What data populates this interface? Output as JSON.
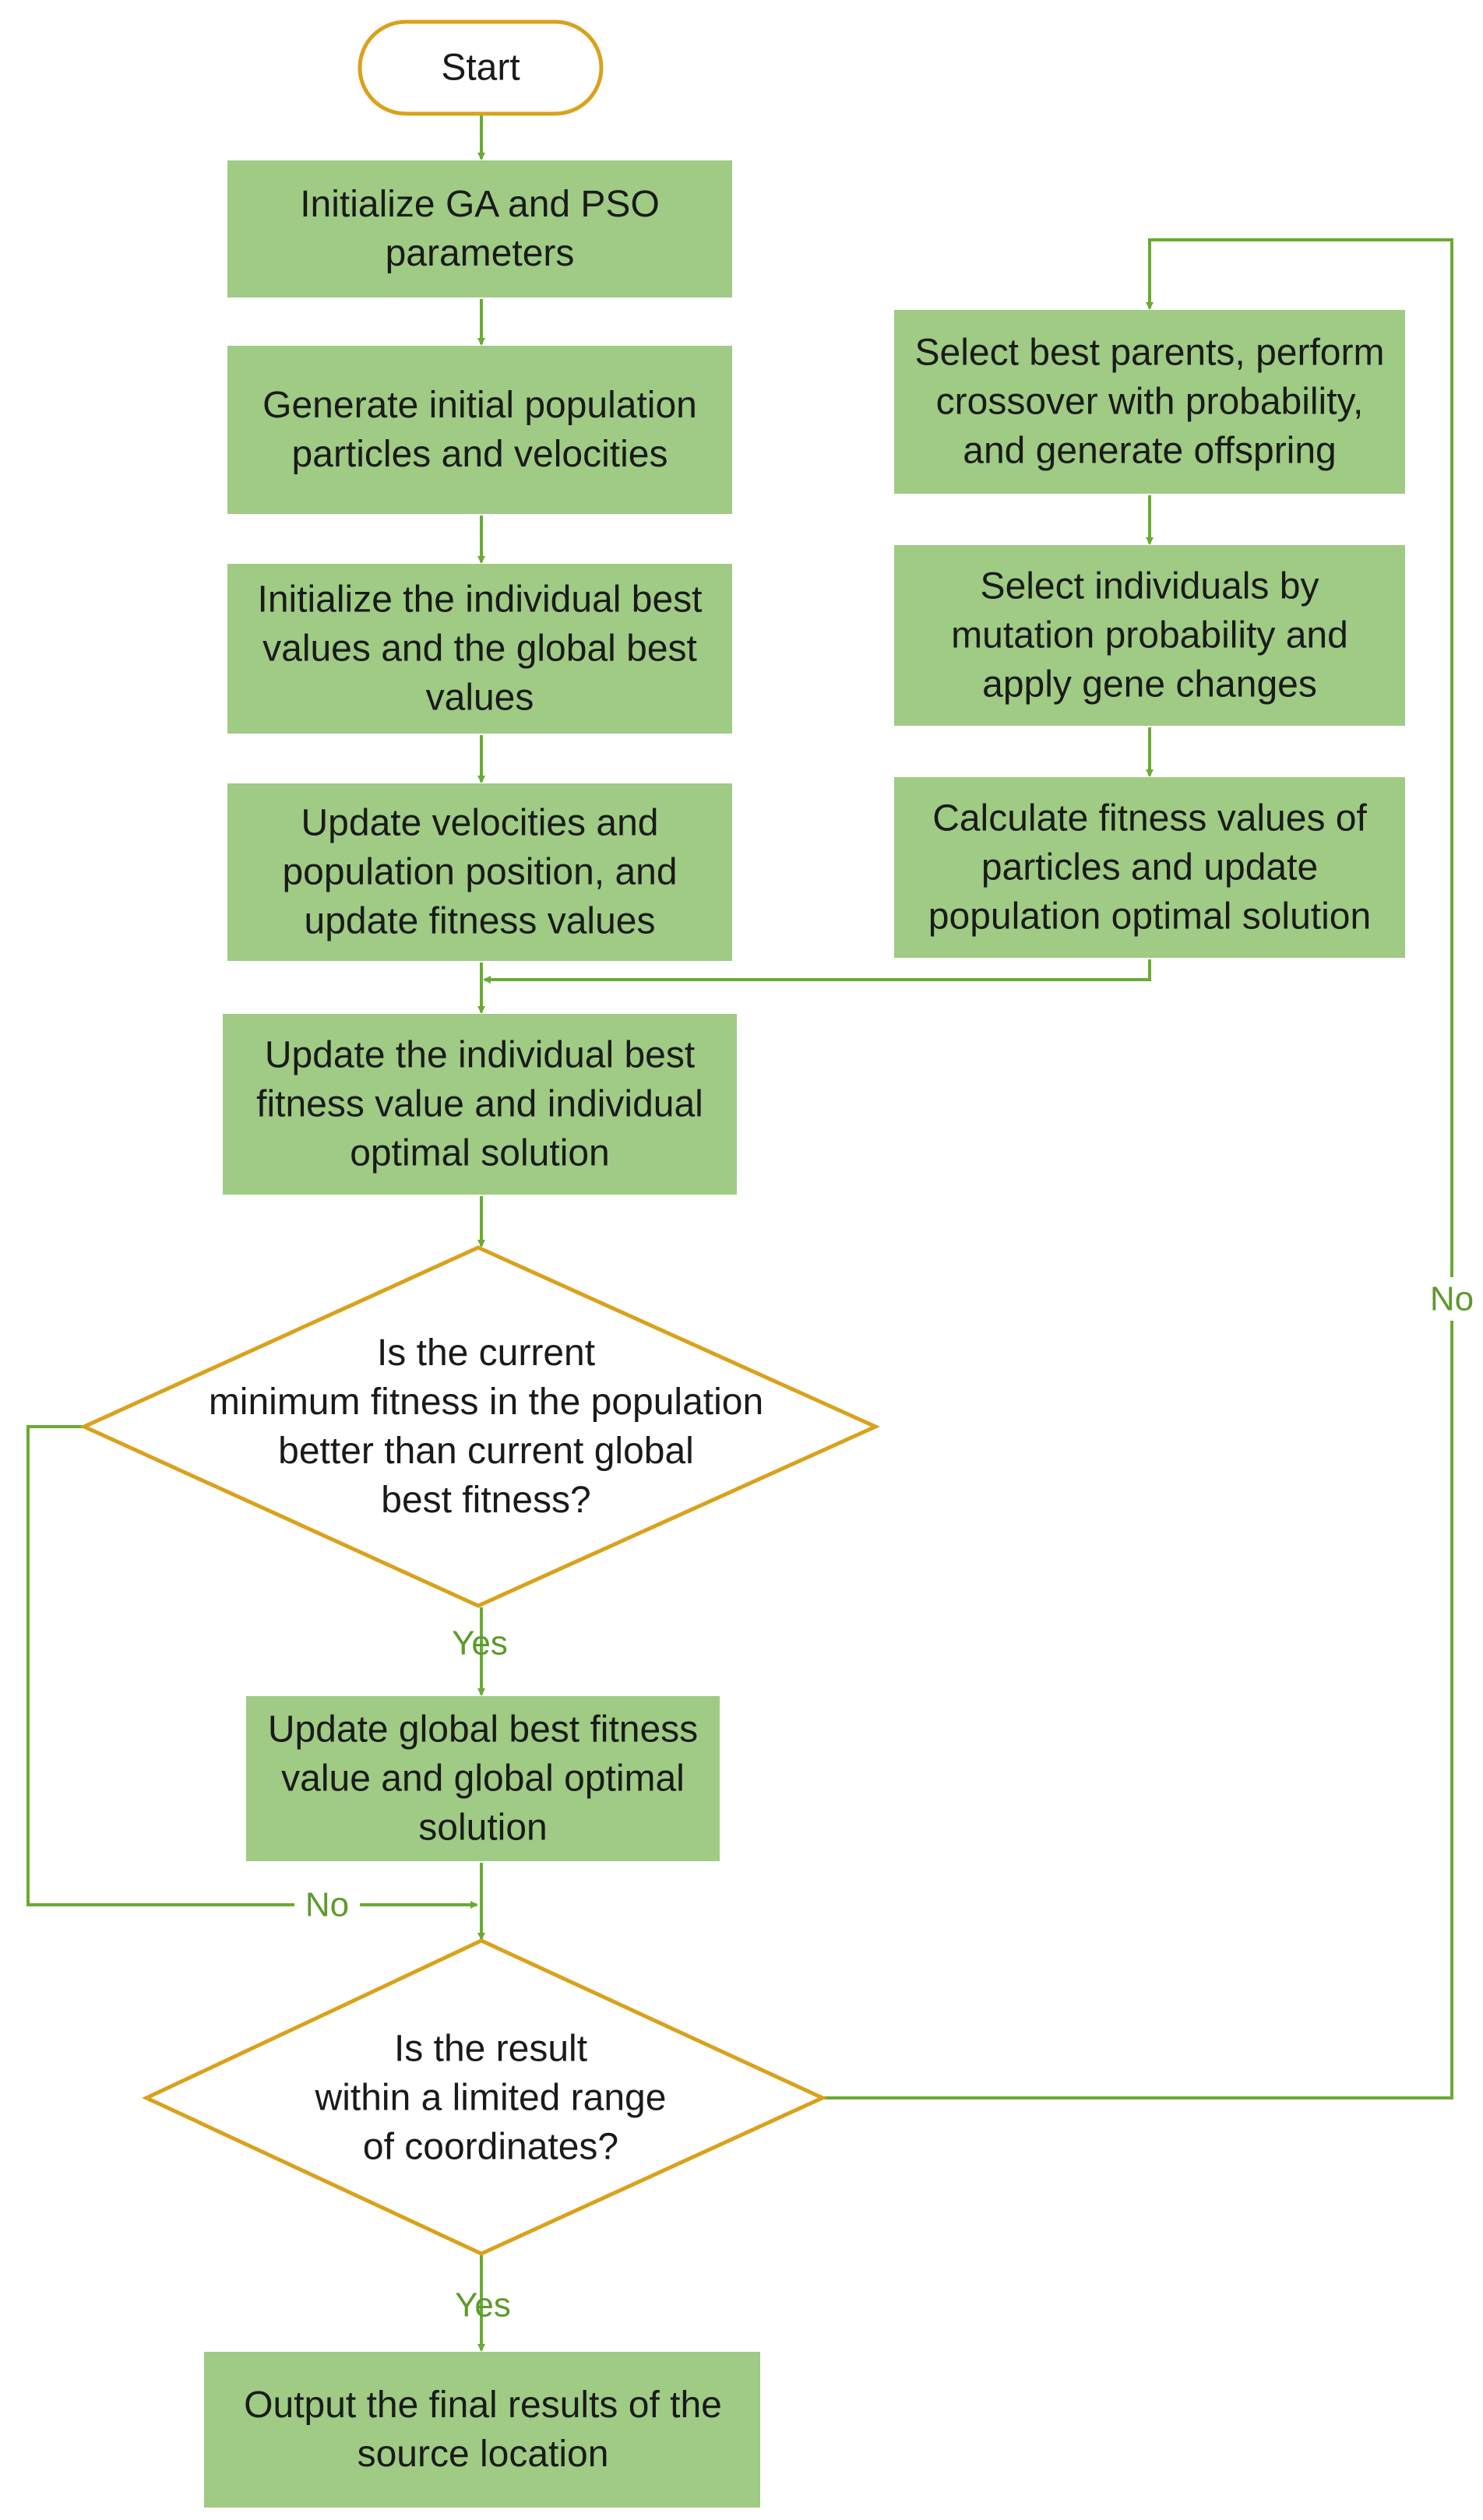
{
  "colors": {
    "process_fill": "#9fcb84",
    "terminal_border": "#d9a21b",
    "decision_border": "#d9a21b",
    "arrow": "#6aab32",
    "label": "#5e9a2c",
    "text": "#1a1a1a"
  },
  "nodes": {
    "start": {
      "lines": [
        "Start"
      ]
    },
    "init_params": {
      "lines": [
        "Initialize GA and PSO",
        "parameters"
      ]
    },
    "gen_population": {
      "lines": [
        "Generate initial population",
        "particles and velocities"
      ]
    },
    "init_best": {
      "lines": [
        "Initialize the individual best",
        "values and the global best",
        "values"
      ]
    },
    "update_velocities": {
      "lines": [
        "Update velocities and",
        "population position, and",
        "update fitness values"
      ]
    },
    "update_individual": {
      "lines": [
        "Update the individual best",
        "fitness value and individual",
        "optimal solution"
      ]
    },
    "decision_fitness": {
      "lines": [
        "Is the current",
        "minimum fitness in the population",
        "better than current global",
        "best fitness?"
      ]
    },
    "update_global": {
      "lines": [
        "Update global best fitness",
        "value and global optimal",
        "solution"
      ]
    },
    "decision_range": {
      "lines": [
        "Is the result",
        "within a limited range",
        "of coordinates?"
      ]
    },
    "output": {
      "lines": [
        "Output the final results of the",
        "source location"
      ]
    },
    "crossover": {
      "lines": [
        "Select best parents, perform",
        "crossover with probability,",
        "and generate offspring"
      ]
    },
    "mutation": {
      "lines": [
        "Select individuals by",
        "mutation probability and",
        "apply gene changes"
      ]
    },
    "calc_fitness": {
      "lines": [
        "Calculate fitness values of",
        "particles and update",
        "population optimal solution"
      ]
    }
  },
  "edge_labels": {
    "fitness_yes": "Yes",
    "fitness_no": "No",
    "range_yes": "Yes",
    "range_no": "No"
  }
}
